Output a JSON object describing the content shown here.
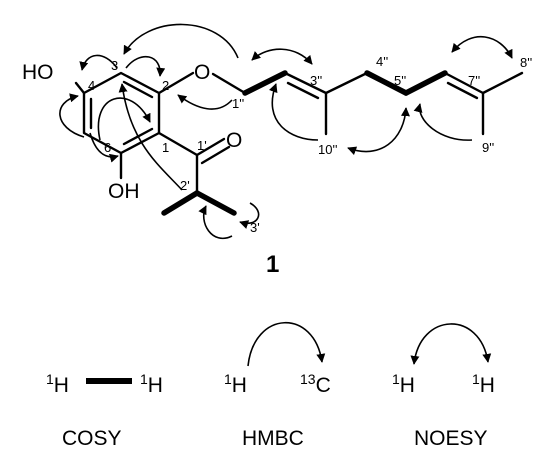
{
  "atoms": {
    "ho_top": "HO",
    "o_ether": "O",
    "o_carbonyl": "O",
    "oh_bottom": "OH"
  },
  "numbers": {
    "c1": "1",
    "c2": "2",
    "c3": "3",
    "c4": "4",
    "c6": "6",
    "c1p": "1'",
    "c2p": "2'",
    "c3p": "3'",
    "c1pp": "1''",
    "c3pp": "3''",
    "c4pp": "4''",
    "c5pp": "5''",
    "c7pp": "7''",
    "c8pp": "8''",
    "c9pp": "9''",
    "c10pp": "10''"
  },
  "compound_label": "1",
  "legend": {
    "cosy": {
      "left_sup": "1",
      "left_el": "H",
      "right_sup": "1",
      "right_el": "H",
      "caption": "COSY"
    },
    "hmbc": {
      "left_sup": "1",
      "left_el": "H",
      "right_sup": "13",
      "right_el": "C",
      "caption": "HMBC"
    },
    "noesy": {
      "left_sup": "1",
      "left_el": "H",
      "right_sup": "1",
      "right_el": "H",
      "caption": "NOESY"
    }
  }
}
